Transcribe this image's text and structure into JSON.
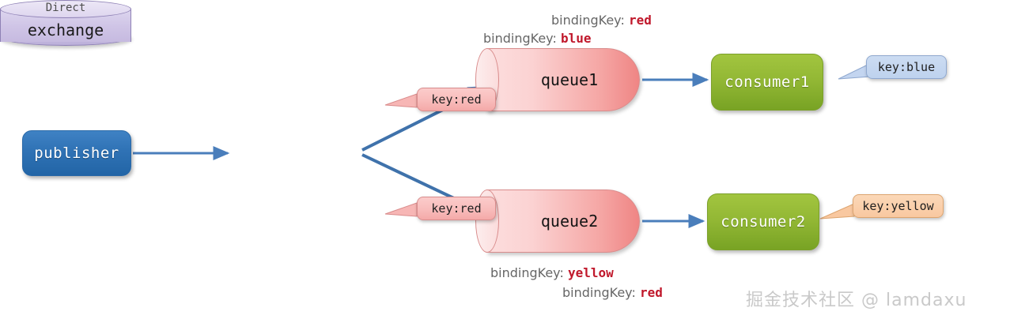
{
  "diagram": {
    "title": "RabbitMQ Direct Exchange routing diagram",
    "colors": {
      "arrow": "#4a7ebb",
      "publisher": "#2f72b5",
      "exchange": "#cfc4e6",
      "queue": "#f5a6a4",
      "consumer": "#93b835",
      "binding_value": "#c0182b",
      "callout_red": "#f8bcbb",
      "callout_blue": "#bed2ee",
      "callout_orange": "#f9c8a0",
      "watermark": "#c9c9c9"
    }
  },
  "publisher": {
    "label": "publisher"
  },
  "exchange": {
    "kind": "Direct",
    "name": "exchange"
  },
  "queues": [
    {
      "id": "queue1",
      "label": "queue1"
    },
    {
      "id": "queue2",
      "label": "queue2"
    }
  ],
  "consumers": [
    {
      "id": "consumer1",
      "label": "consumer1"
    },
    {
      "id": "consumer2",
      "label": "consumer2"
    }
  ],
  "callouts": [
    {
      "id": "routing-key-to-queue1",
      "text": "key:red",
      "color": "red"
    },
    {
      "id": "routing-key-to-queue2",
      "text": "key:red",
      "color": "red"
    },
    {
      "id": "consumer1-key",
      "text": "key:blue",
      "color": "blue"
    },
    {
      "id": "consumer2-key",
      "text": "key:yellow",
      "color": "orange"
    }
  ],
  "bindings": [
    {
      "id": "queue1-red",
      "prefix": "bindingKey: ",
      "value": "red",
      "queue": "queue1"
    },
    {
      "id": "queue1-blue",
      "prefix": "bindingKey: ",
      "value": "blue",
      "queue": "queue1"
    },
    {
      "id": "queue2-yellow",
      "prefix": "bindingKey: ",
      "value": "yellow",
      "queue": "queue2"
    },
    {
      "id": "queue2-red",
      "prefix": "bindingKey: ",
      "value": "red",
      "queue": "queue2"
    }
  ],
  "watermark": {
    "text": "掘金技术社区 @ lamdaxu"
  }
}
